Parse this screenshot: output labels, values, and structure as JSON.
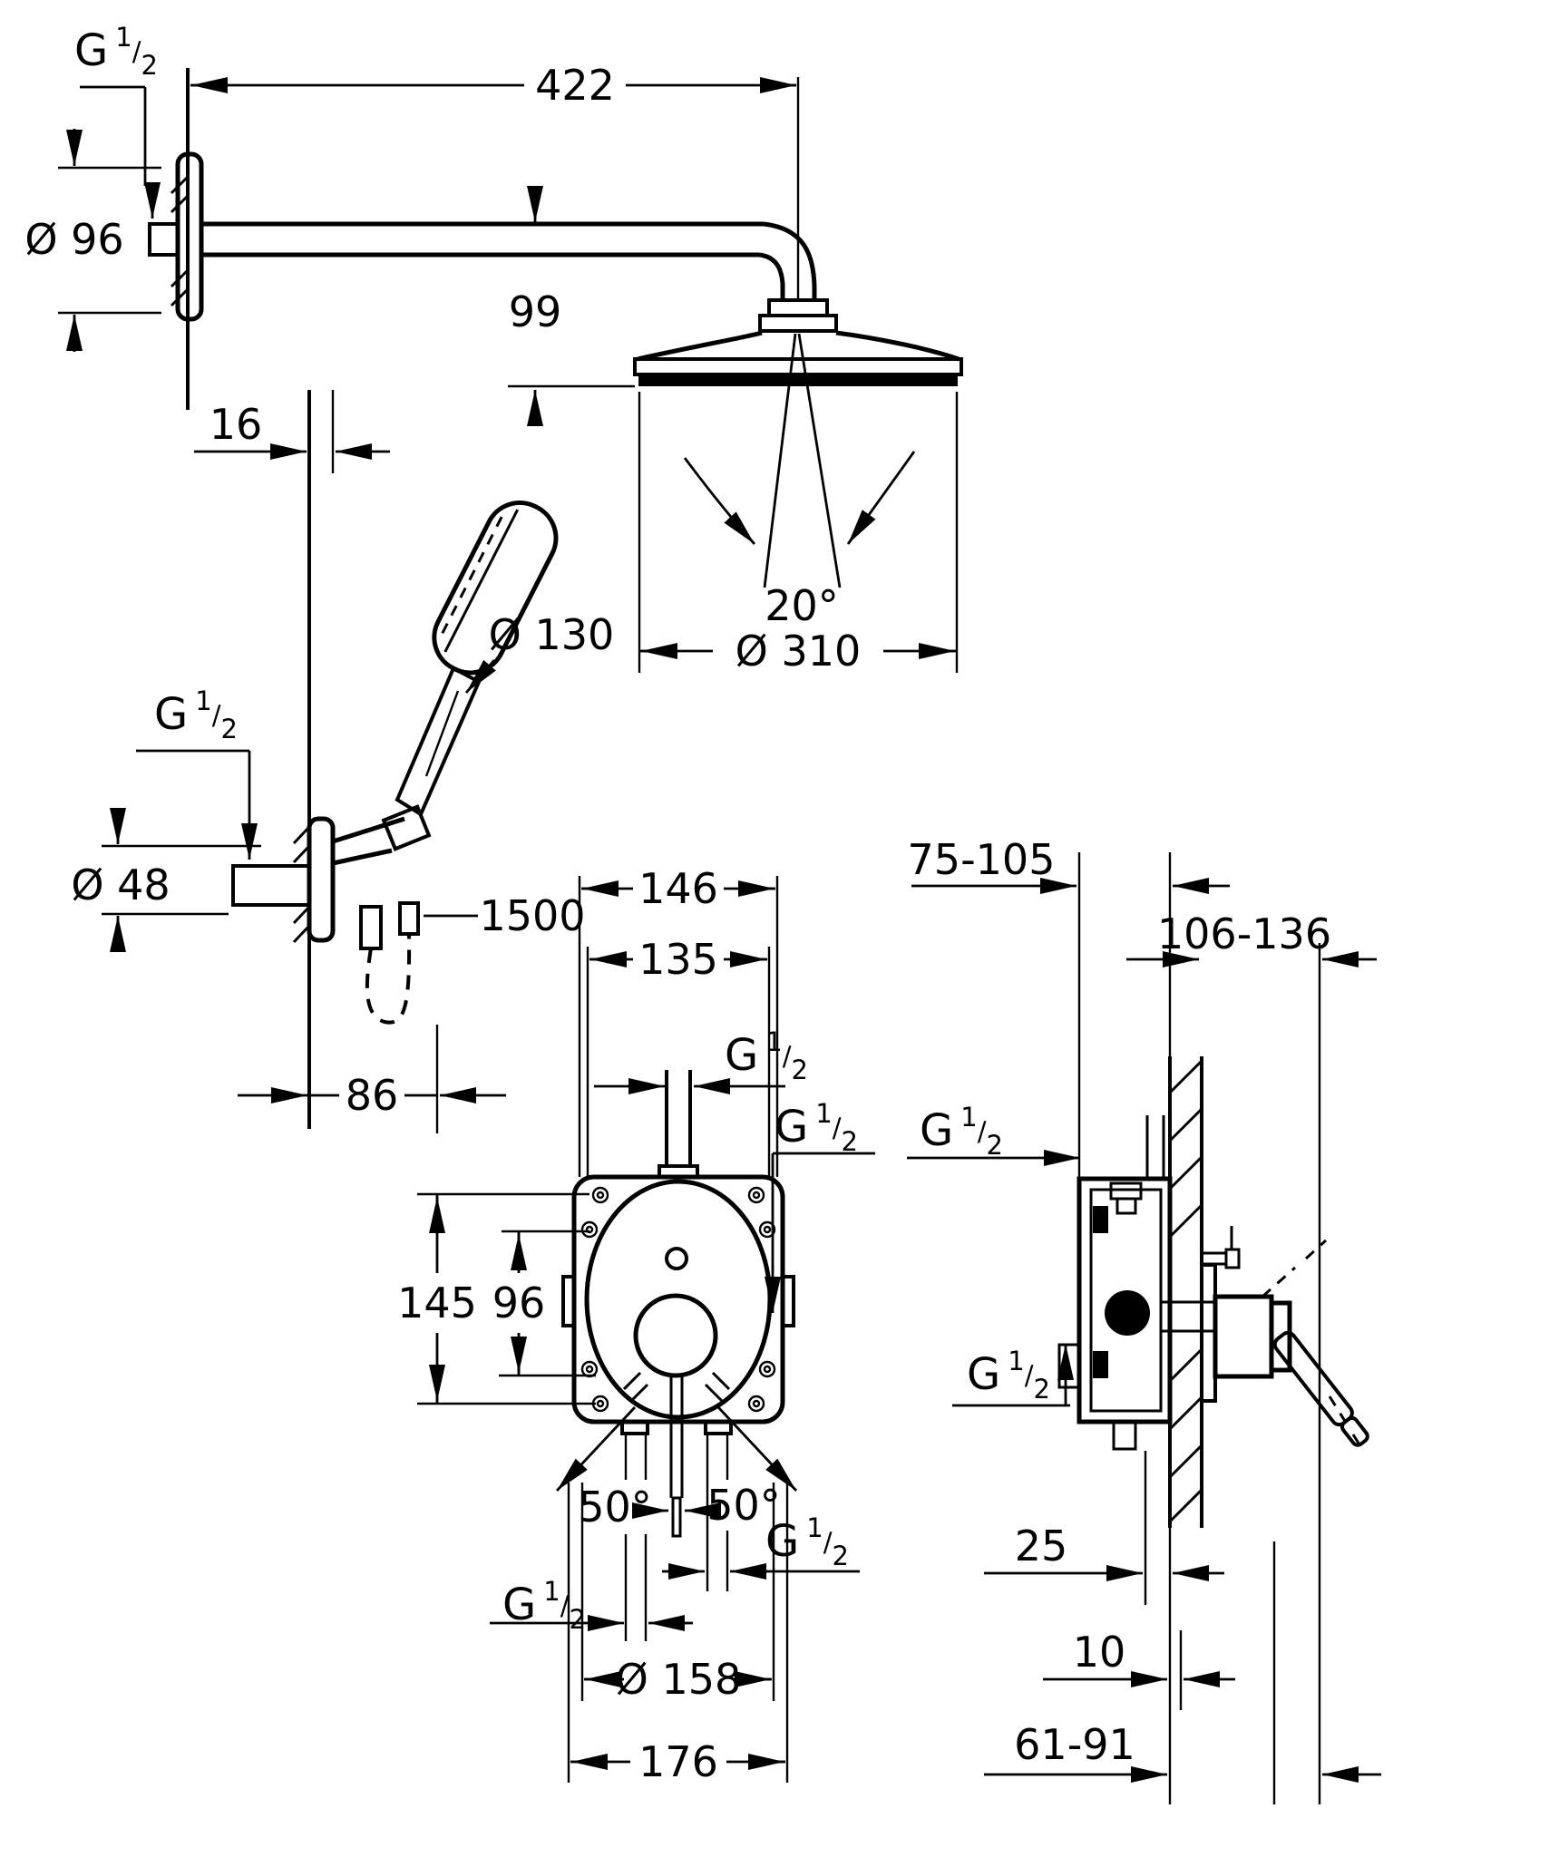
{
  "drawing": {
    "background": "#ffffff",
    "ink": "#000000",
    "thread_label": {
      "prefix": "G",
      "numerator": "1",
      "slash": "/",
      "denominator": "2",
      "text": "G 1/2"
    },
    "head_shower": {
      "wall_thread": "G 1/2",
      "arm_length": "422",
      "wall_flange_diameter": "Ø 96",
      "arm_to_spray_face": "99",
      "flange_depth": "16",
      "spray_angle": "20°",
      "head_diameter": "Ø 310"
    },
    "hand_shower": {
      "head_diameter": "Ø 130",
      "wall_thread": "G 1/2",
      "holder_flange_diameter": "Ø 48",
      "hose_length": "1500",
      "holder_projection": "86"
    },
    "mixer_front": {
      "body_width": "146",
      "inner_width": "135",
      "top_outlet_thread": "G 1/2",
      "side_outlet_thread": "G 1/2",
      "mounting_height": "145",
      "hole_spacing": "96",
      "handle_swing_left": "50°",
      "handle_swing_right": "50°",
      "bottom_left_thread": "G 1/2",
      "bottom_right_thread": "G 1/2",
      "escutcheon_diameter": "Ø 158",
      "overall_width": "176"
    },
    "mixer_side": {
      "installation_depth": "75-105",
      "total_depth": "106-136",
      "upper_thread": "G 1/2",
      "lower_thread": "G 1/2",
      "box_front_depth": "25",
      "tile_offset": "10",
      "handle_projection": "61-91"
    }
  }
}
